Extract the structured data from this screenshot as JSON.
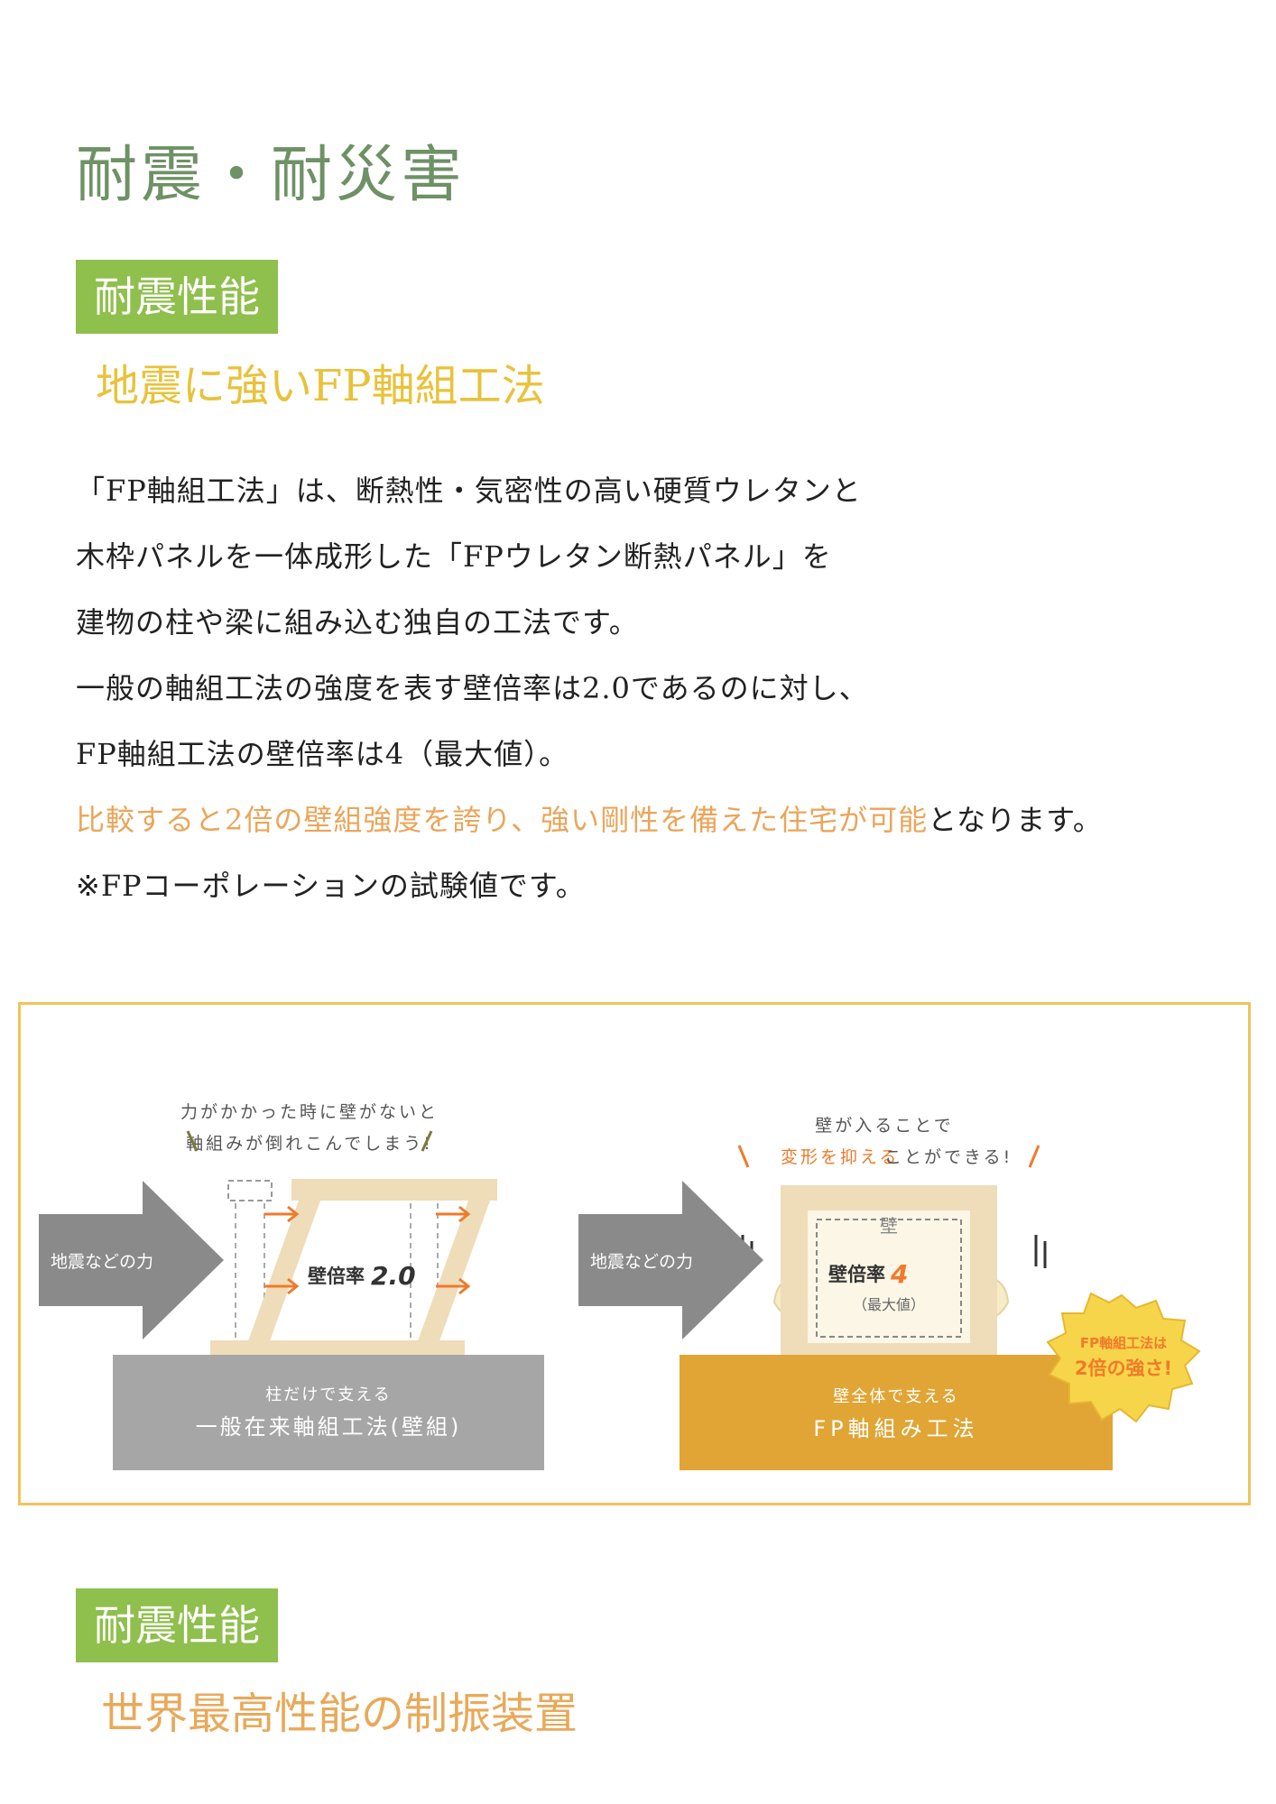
{
  "page_title": "耐震・耐災害",
  "section1": {
    "tag": "耐震性能",
    "heading": "地震に強いFP軸組工法",
    "lines": [
      "「FP軸組工法」は、断熱性・気密性の高い硬質ウレタンと",
      "木枠パネルを一体成形した「FPウレタン断熱パネル」を",
      "建物の柱や梁に組み込む独自の工法です。",
      "一般の軸組工法の強度を表す壁倍率は2.0であるのに対し、",
      "FP軸組工法の壁倍率は4（最大値）。"
    ],
    "highlight_line": {
      "highlight": "比較すると2倍の壁組強度を誇り、強い剛性を備えた住宅が可能",
      "rest": "となります。"
    },
    "note": "※FPコーポレーションの試験値です。"
  },
  "diagram": {
    "left": {
      "caption_line1": "力がかかった時に壁がないと",
      "caption_line2": "軸組みが倒れこんでしまう!",
      "force_label": "地震などの力",
      "ratio_label": "壁倍率",
      "ratio_value": "2.0",
      "base_line1": "柱だけで支える",
      "base_line2": "一般在来軸組工法(壁組)"
    },
    "right": {
      "caption_line1": "壁が入ることで",
      "caption_highlight": "変形を抑える",
      "caption_rest": "ことができる!",
      "force_label": "地震などの力",
      "wall_label": "壁",
      "ratio_label": "壁倍率",
      "ratio_value": "4",
      "ratio_note": "（最大値）",
      "base_line1": "壁全体で支える",
      "base_line2": "FP軸組み工法",
      "burst_line1": "FP軸組工法は",
      "burst_line2": "2倍の強さ!"
    },
    "colors": {
      "border": "#f2c35a",
      "gray_base": "#a6a6a6",
      "orange_base": "#e0a535",
      "arrow_gray": "#8a8a8a",
      "accent_orange": "#f07a2a",
      "wood": "#efdcb9",
      "burst": "#f7d54a"
    }
  },
  "section2": {
    "tag": "耐震性能",
    "heading": "世界最高性能の制振装置"
  }
}
